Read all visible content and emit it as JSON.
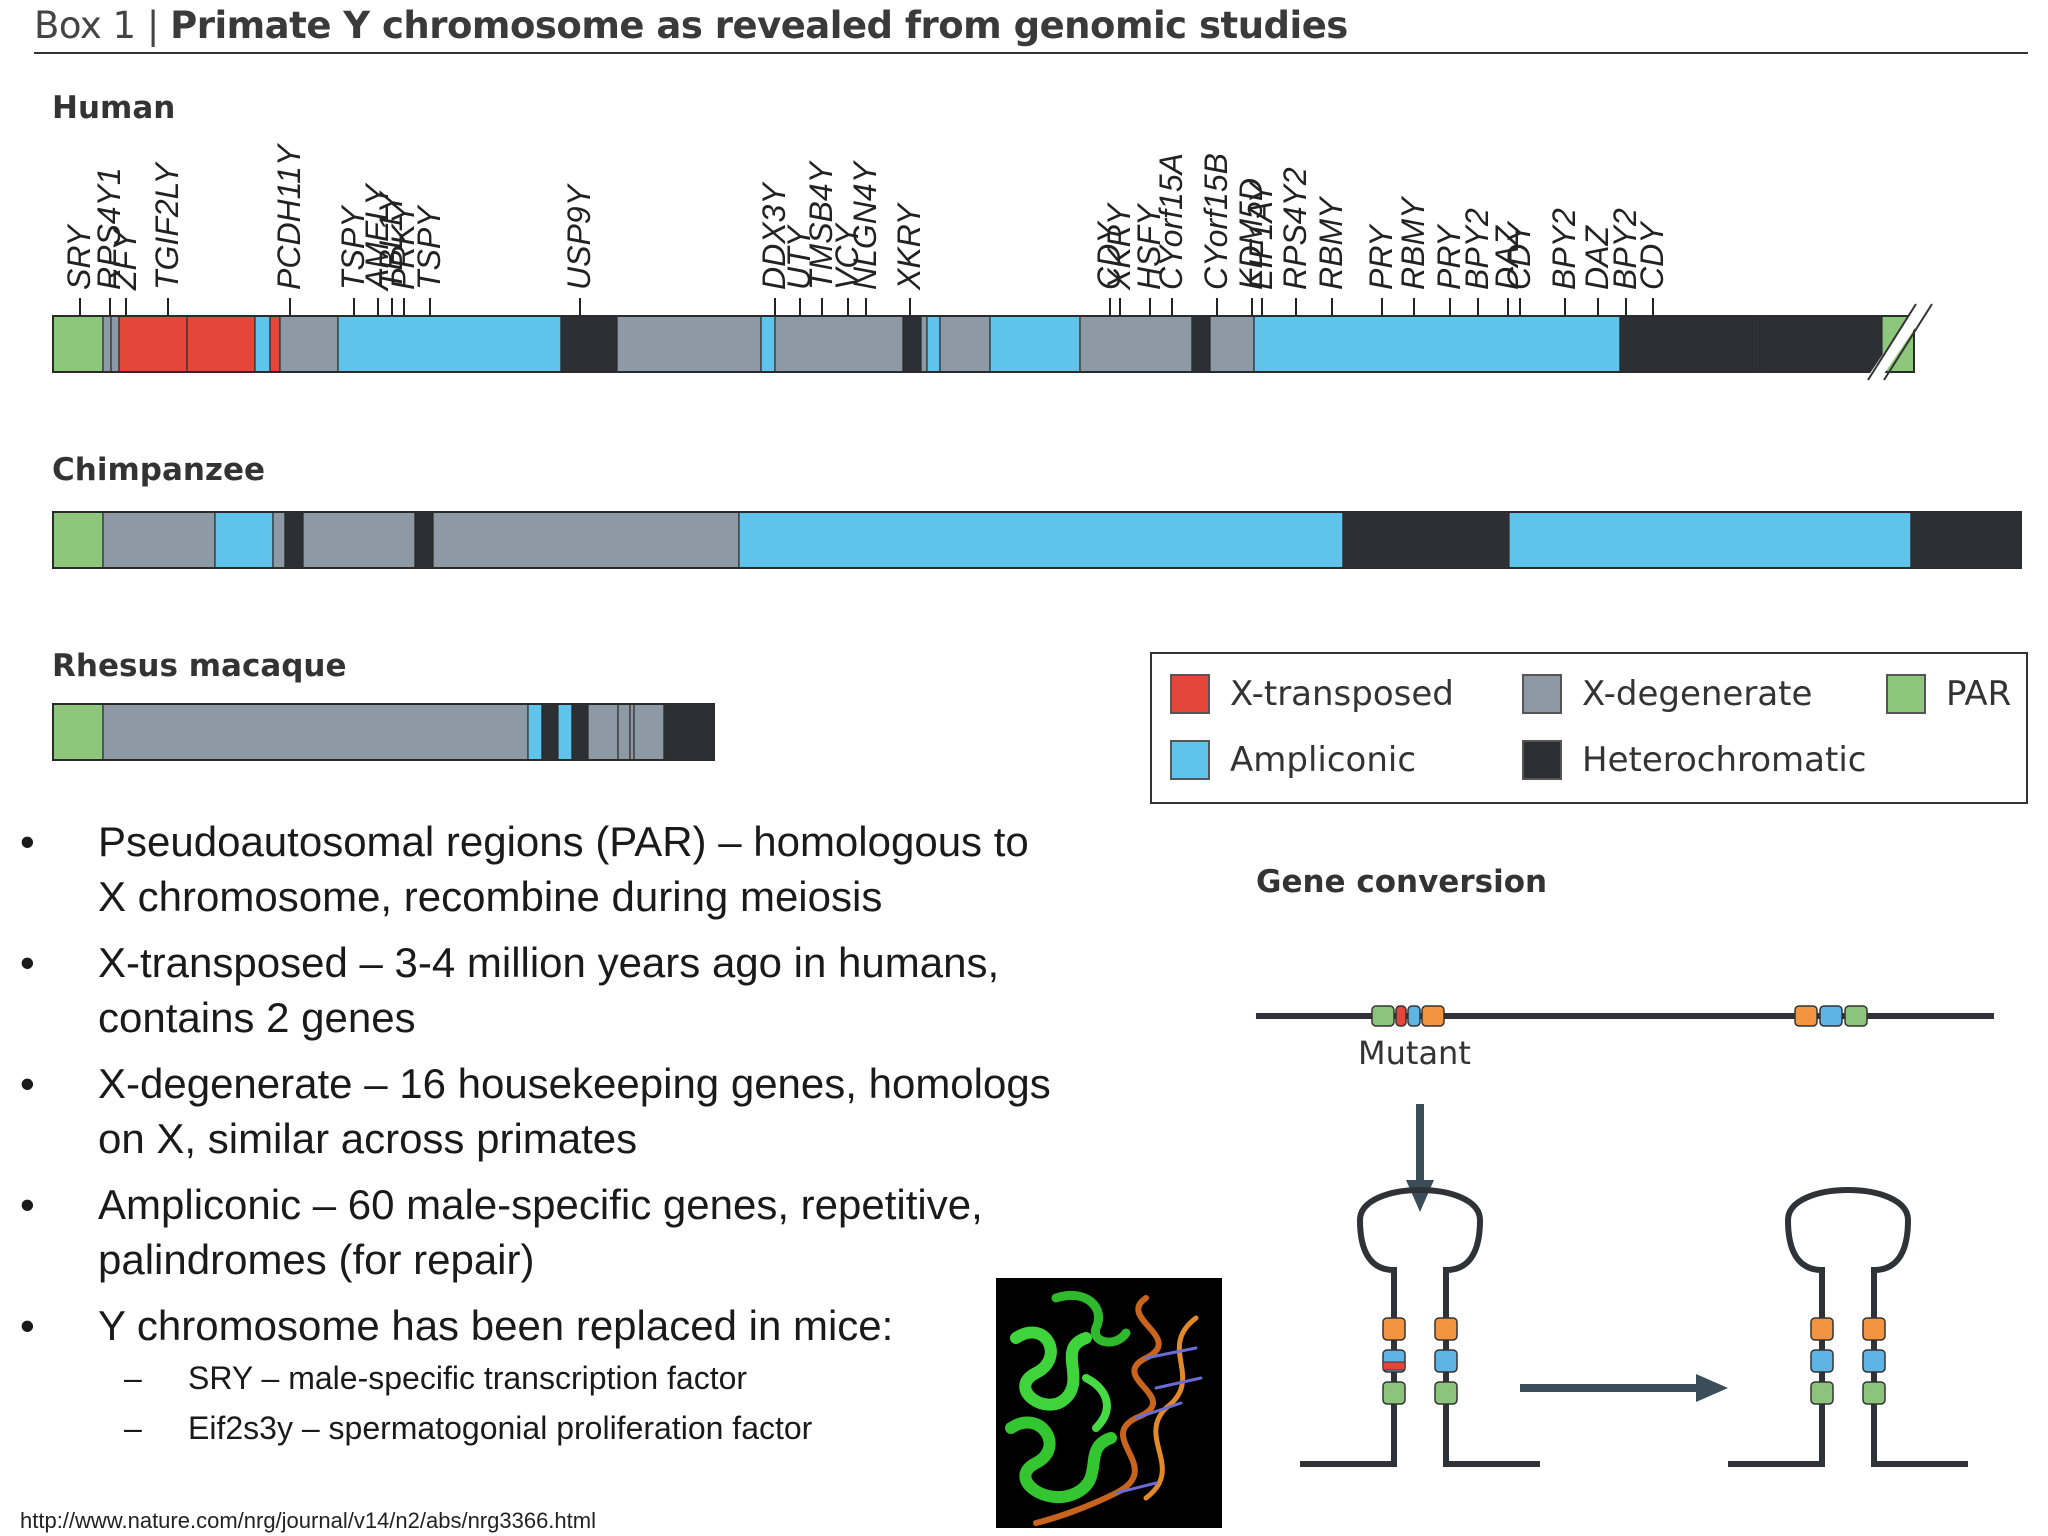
{
  "header": {
    "prefix": "Box 1 | ",
    "title": "Primate Y chromosome as revealed from genomic studies"
  },
  "colors": {
    "x_transposed": "#e4473a",
    "ampliconic": "#5fc3ec",
    "x_degenerate": "#8d9aa6",
    "heterochromatic": "#2c2f33",
    "par": "#8dc77b",
    "gene_orange": "#f29440",
    "gene_blue": "#5fb4e6",
    "gene_green": "#8cc47d",
    "gene_red": "#e4473a",
    "line": "#2f3337",
    "arrow": "#3b4d58"
  },
  "species": {
    "human": "Human",
    "chimpanzee": "Chimpanzee",
    "rhesus": "Rhesus macaque"
  },
  "human_genes": [
    "SRY",
    "RPS4Y1",
    "ZFY",
    "TGIF2LY",
    "PCDH11Y",
    "TSPY",
    "AMELY",
    "TBL1Y",
    "PRKY",
    "TSPY",
    "USP9Y",
    "DDX3Y",
    "UTY",
    "TMSB4Y",
    "VCY",
    "NLGN4Y",
    "XKRY",
    "CDY",
    "XKRY",
    "HSFY",
    "CYorf15A",
    "CYorf15B",
    "KDM5D",
    "EIF1AY",
    "RPS4Y2",
    "RBMY",
    "PRY",
    "RBMY",
    "PRY",
    "BPY2",
    "DAZ",
    "CDY",
    "BPY2",
    "DAZ",
    "BPY2",
    "CDY"
  ],
  "legend": [
    {
      "label": "X-transposed",
      "color": "#e4473a"
    },
    {
      "label": "X-degenerate",
      "color": "#8d9aa6"
    },
    {
      "label": "PAR",
      "color": "#8dc77b"
    },
    {
      "label": "Ampliconic",
      "color": "#5fc3ec"
    },
    {
      "label": "Heterochromatic",
      "color": "#2c2f33"
    }
  ],
  "bullets": [
    {
      "lines": [
        "Pseudoautosomal regions (PAR) – homologous to",
        "X chromosome, recombine during meiosis"
      ]
    },
    {
      "lines": [
        "X-transposed – 3-4 million years ago in humans,",
        "contains 2 genes"
      ]
    },
    {
      "lines": [
        "X-degenerate – 16 housekeeping genes, homologs",
        "on X, similar across primates"
      ]
    },
    {
      "lines": [
        "Ampliconic – 60 male-specific genes, repetitive,",
        "palindromes (for repair)"
      ]
    },
    {
      "lines": [
        "Y chromosome has been replaced in mice:"
      ]
    }
  ],
  "sub_bullets": [
    "SRY – male-specific transcription factor",
    "Eif2s3y – spermatogonial proliferation factor"
  ],
  "bullet_symbol": "•",
  "dash_symbol": "–",
  "gene_conversion": {
    "title": "Gene conversion",
    "mutant_label": "Mutant"
  },
  "source_url": "http://www.nature.com/nrg/journal/v14/n2/abs/nrg3366.html"
}
